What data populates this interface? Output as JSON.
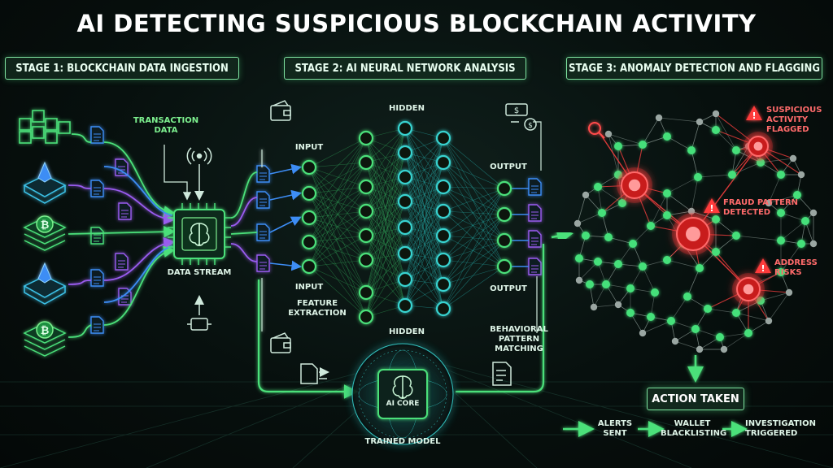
{
  "title": "AI DETECTING SUSPICIOUS BLOCKCHAIN ACTIVITY",
  "stages": [
    "STAGE 1: BLOCKCHAIN DATA INGESTION",
    "STAGE 2: AI NEURAL NETWORK ANALYSIS",
    "STAGE 3: ANOMALY DETECTION AND FLAGGING"
  ],
  "labels": {
    "transaction_data": "TRANSACTION\nDATA",
    "data_stream": "DATA STREAM",
    "input_top": "INPUT",
    "input_bottom": "INPUT",
    "hidden_top": "HIDDEN",
    "hidden_bottom": "HIDDEN",
    "output_top": "OUTPUT",
    "output_bottom": "OUTPUT",
    "feature_extraction": "FEATURE\nEXTRACTION",
    "behavioral_matching": "BEHAVIORAL\nPATTERN\nMATCHING",
    "ai_core": "AI CORE",
    "trained_model": "TRAINED MODEL"
  },
  "flags": [
    "SUSPICIOUS\nACTIVITY\nFLAGGED",
    "FRAUD PATTERN\nDETECTED",
    "ADDRESS\nRISKS"
  ],
  "action": {
    "title": "ACTION TAKEN",
    "steps": [
      "ALERTS\nSENT",
      "WALLET\nBLACKLISTING",
      "INVESTIGATION\nTRIGGERED"
    ]
  },
  "colors": {
    "green": "#4be07a",
    "cyan": "#39d3d0",
    "purple": "#9a5cf0",
    "blue": "#3d8df5",
    "red": "#ff3b3b",
    "accent_border": "#7fe3a0"
  },
  "icons": {
    "sources": [
      "blocks-icon",
      "ethereum-icon",
      "bitcoin-icon",
      "ethereum-icon",
      "bitcoin-icon"
    ],
    "chip": "cpu-brain-icon",
    "wallet": "wallet-icon",
    "exchange": "currency-exchange-icon",
    "warning": "warning-triangle-icon",
    "search": "magnifier-icon"
  }
}
